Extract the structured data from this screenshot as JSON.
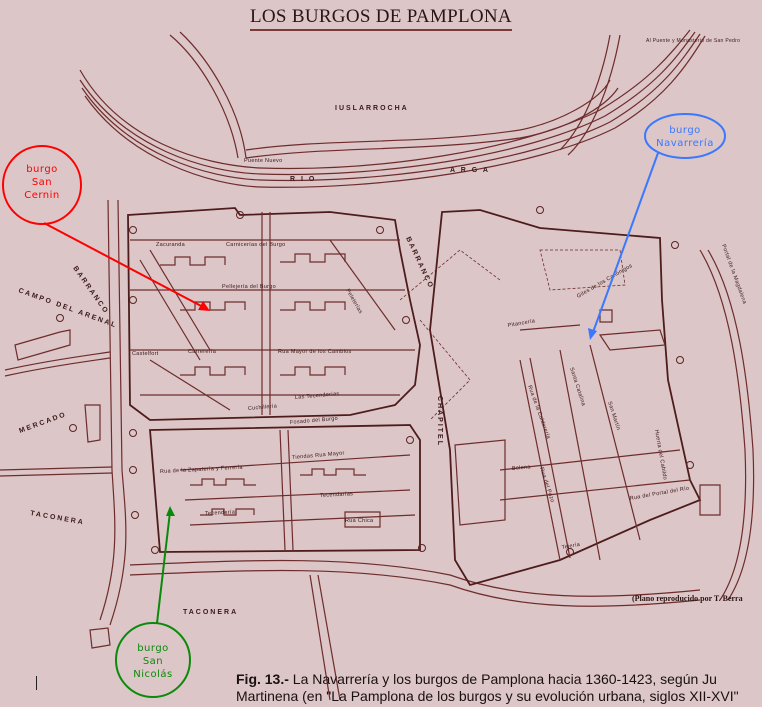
{
  "title": "LOS BURGOS DE PAMPLONA",
  "caption": {
    "fig_label": "Fig. 13.-",
    "line1_rest": " La Navarrería y los burgos de Pamplona hacia 1360-1423, según Ju",
    "line2": "Martinena (en \"La Pamplona de los burgos y su evolución urbana, siglos XII-XVI\""
  },
  "credit": "(Plano reproducido por T. Berra",
  "map_labels": {
    "iuslarrocha": "IUSLARROCHA",
    "puente_nuevo": "Puente Nuevo",
    "rio": "R I O",
    "arga": "A R G A",
    "san_pedro": "Al Puente y Monasterio de San Pedro",
    "campo_arenal": "CAMPO DEL ARENAL",
    "barranco_left": "BARRANCO",
    "barranco_mid": "BARRANCO",
    "mercado": "MERCADO",
    "taconera_left": "TACONERA",
    "taconera_bottom": "TACONERA",
    "chapitel": "CHAPITEL",
    "portal_magdalena": "Portal de la Magdalena"
  },
  "streets": {
    "zacuranda": "Zacuranda",
    "carnicerias": "Carnicerías del Burgo",
    "pelleteria": "Pellejería del Burgo",
    "castelfort": "Castelfort",
    "carreteria": "Carrerería",
    "rua_cambios": "Rua Mayor de los Cambios",
    "cuchilleria": "Cuchillería",
    "tecenderias": "Las Tecenderías",
    "fosado": "Fosado del Burgo",
    "peleterias": "Peleterías",
    "zapateria": "Rua de la Zapatería y Ferrería",
    "tiendas": "Tiendas Rua Mayor",
    "tecendarias": "Tecendarías",
    "tecenderia": "Tecendería",
    "rua_chica": "Rua Chica",
    "giles": "Giles de los Canónigos",
    "pitanceria": "Pitancería",
    "calderia": "Rua de la Calderería",
    "santa_catalina": "Santa Catalina",
    "san_martin": "San Martín",
    "huerta_cabildo": "Huerta del Cabildo",
    "portal_rio": "Rua del Portal del Río",
    "tejeria": "Tejería",
    "rua_pozo": "Rua del Pozo",
    "belena": "Belena"
  },
  "callouts": {
    "san_cernin": {
      "lines": [
        "burgo",
        "San",
        "Cernin"
      ],
      "color": "#ff0000"
    },
    "navarreria": {
      "lines": [
        "burgo",
        "Navarrería"
      ],
      "color": "#3a78ff"
    },
    "san_nicolas": {
      "lines": [
        "burgo",
        "San",
        "Nicolás"
      ],
      "color": "#0a8a0a"
    }
  },
  "colors": {
    "background": "#dcc6c7",
    "ink": "#6e2c2c"
  }
}
